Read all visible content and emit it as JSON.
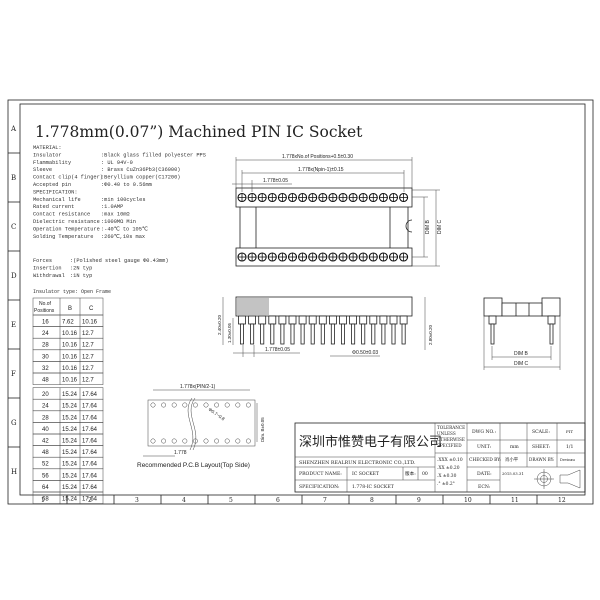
{
  "title": "1.778mm(0.07”) Machined PIN IC Socket",
  "frame": {
    "rows": [
      "A",
      "B",
      "C",
      "D",
      "E",
      "F",
      "G",
      "H"
    ],
    "cols": [
      "1",
      "2",
      "3",
      "4",
      "5",
      "6",
      "7",
      "8",
      "9",
      "10",
      "11",
      "12"
    ]
  },
  "specs": [
    {
      "label": "MATERIAL:",
      "value": ""
    },
    {
      "label": "Insulator",
      "value": ":Black glass filled polyester PPS"
    },
    {
      "label": "Flammability",
      "value": ": UL 94V-0"
    },
    {
      "label": "Sleeve",
      "value": ": Brass CuZn36Pb3(C36000)"
    },
    {
      "label": "Contact clip(4 finger)",
      "value": ":Beryllium copper(C17200)"
    },
    {
      "label": "Accepted pin",
      "value": ":Φ0.40 to 0.56mm"
    },
    {
      "label": "SPECIFICATION:",
      "value": ""
    },
    {
      "label": "Mechanical life",
      "value": ":min 100cycles"
    },
    {
      "label": "Rated current",
      "value": ":1.0AMP"
    },
    {
      "label": "Contact resistance",
      "value": ":max 10mΩ"
    },
    {
      "label": "Dielectric resistance",
      "value": ":1000MΩ Min"
    },
    {
      "label": "Operation Temperature",
      "value": ":-40℃ to 105℃"
    },
    {
      "label": "Solding Temperature",
      "value": ":260℃,10s max"
    }
  ],
  "forces": [
    {
      "label": "Forces",
      "value": ":(Polished steel gauge Φ0.43mm)"
    },
    {
      "label": "Insertion",
      "value": ":2N typ"
    },
    {
      "label": "Withdrawal",
      "value": ":1N typ"
    }
  ],
  "table": {
    "caption": "Insulator type: Open Frame",
    "headers": [
      "No.of",
      "Positions",
      "B",
      "C"
    ],
    "group1": [
      [
        "16",
        "7.62",
        "10.16"
      ],
      [
        "24",
        "10.16",
        "12.7"
      ],
      [
        "28",
        "10.16",
        "12.7"
      ],
      [
        "30",
        "10.16",
        "12.7"
      ],
      [
        "32",
        "10.16",
        "12.7"
      ],
      [
        "48",
        "10.16",
        "12.7"
      ]
    ],
    "group2": [
      [
        "20",
        "15.24",
        "17.64"
      ],
      [
        "24",
        "15.24",
        "17.64"
      ],
      [
        "28",
        "15.24",
        "17.64"
      ],
      [
        "40",
        "15.24",
        "17.64"
      ],
      [
        "42",
        "15.24",
        "17.64"
      ],
      [
        "48",
        "15.24",
        "17.64"
      ],
      [
        "52",
        "15.24",
        "17.64"
      ],
      [
        "56",
        "15.24",
        "17.64"
      ],
      [
        "64",
        "15.24",
        "17.64"
      ],
      [
        "68",
        "15.24",
        "17.64"
      ]
    ]
  },
  "top_view": {
    "dim_overall": "1.778xNo.of Positions+0.5±0.30",
    "dim_pitch_span": "1.778x(Npin-1)±0.15",
    "dim_pitch": "1.778±0.05",
    "dim_b": "DIM B",
    "dim_c": "DIM C"
  },
  "side_view": {
    "dim_height": "2.40±0.20",
    "dim_sleeve": "1.30±0.05",
    "dim_pitch": "1.778±0.05",
    "dim_pin_dia": "Φ0.50±0.03",
    "dim_pin_len": "2.80±0.20"
  },
  "end_view": {
    "dim_b": "DIM B",
    "dim_c": "DIM C"
  },
  "pcb": {
    "dim_span": "1.778x(PIN/2-1)",
    "dim_hole": "Φ0.7~0.8",
    "dim_row": "Dim. B±0.05",
    "dim_pitch": "1.778",
    "caption": "Recommended P.C.B Layout(Top Side)"
  },
  "title_block": {
    "company_cn": "深圳市惟赞电子有限公司",
    "company_en": "SHENZHEN REALRUN ELECTRONIC CO.,LTD.",
    "product_name_label": "PRODUCT NAME:",
    "product_name": "IC SOCKET",
    "version_label": "版本:",
    "version": "00",
    "spec_label": "SPECIFICATION:",
    "spec": "1.778-IC SOCKET",
    "tolerance_label": [
      "TOLERANCE",
      "UNLESS",
      "OTHERWISE",
      "SPECIFIED"
    ],
    "tolerances": [
      ".XXX ±0.10",
      ".XX  ±0.20",
      ".X   ±0.30",
      ".°  ±0.2°"
    ],
    "dwg_no_label": "DWG NO.:",
    "dwg_no": "",
    "unit_label": "UNIT:",
    "unit": "mm",
    "checked_label": "CHECKED BY:",
    "checked": "肖小平",
    "date_label": "DATE:",
    "date": "2015.03.31",
    "ecn_label": "ECN:",
    "ecn": "",
    "scale_label": "SCALE:",
    "scale": "FIT",
    "sheet_label": "SHEET:",
    "sheet": "1/1",
    "drawn_label": "DRAWN BY:",
    "drawn": "Devinxu"
  }
}
